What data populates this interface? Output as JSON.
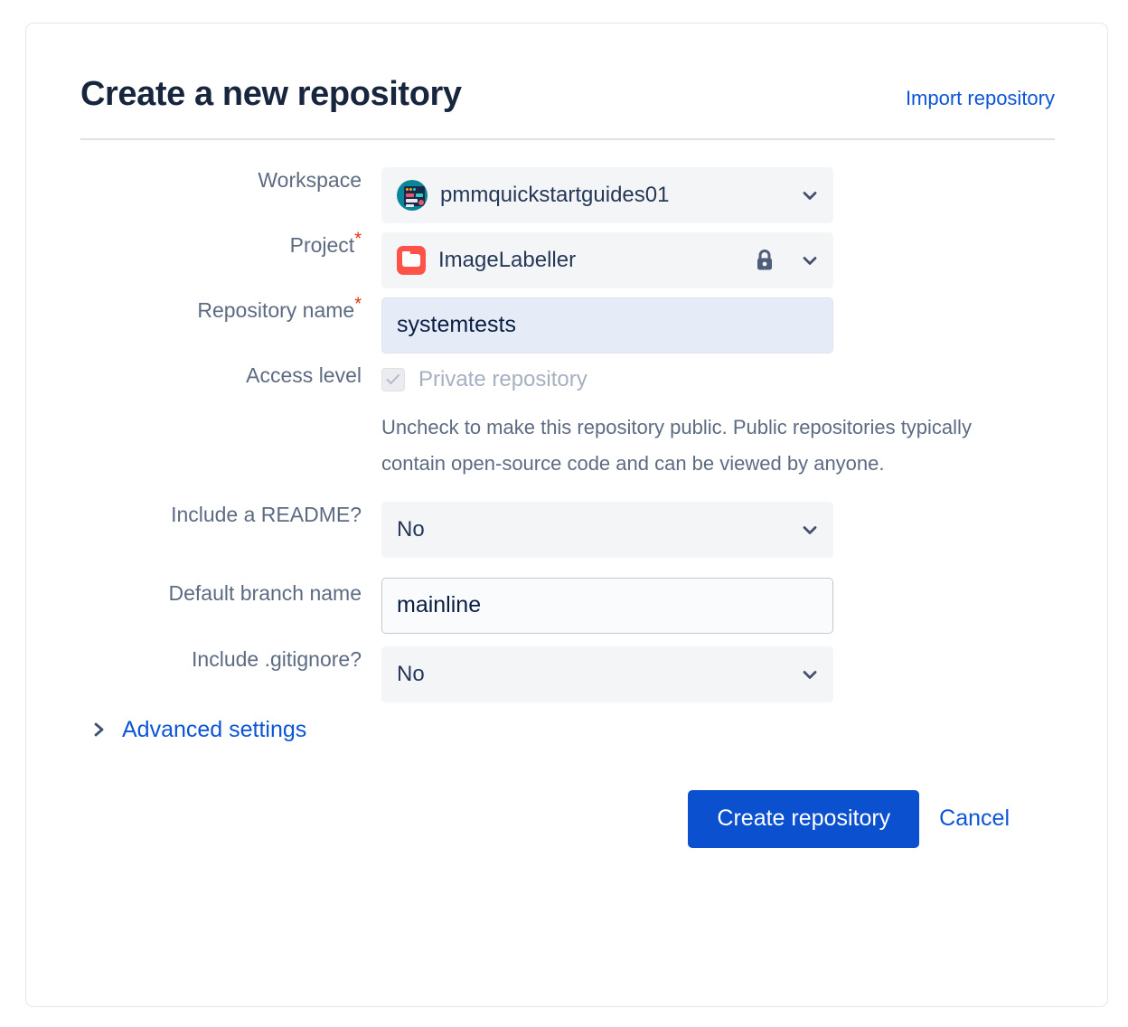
{
  "header": {
    "title": "Create a new repository",
    "import_link": "Import repository"
  },
  "form": {
    "workspace": {
      "label": "Workspace",
      "value": "pmmquickstartguides01",
      "avatar_icon": "workspace-avatar-icon",
      "chevron_icon": "chevron-down-icon"
    },
    "project": {
      "label": "Project",
      "required": "*",
      "value": "ImageLabeller",
      "project_icon": "folder-icon",
      "lock_icon": "lock-icon",
      "chevron_icon": "chevron-down-icon"
    },
    "repository_name": {
      "label": "Repository name",
      "required": "*",
      "value": "systemtests",
      "placeholder": ""
    },
    "access_level": {
      "label": "Access level",
      "checkbox_label": "Private repository",
      "checked": true,
      "checkbox_icon": "check-icon",
      "help_text": "Uncheck to make this repository public. Public repositories typically contain open-source code and can be viewed by anyone."
    },
    "include_readme": {
      "label": "Include a README?",
      "value": "No",
      "chevron_icon": "chevron-down-icon"
    },
    "default_branch": {
      "label": "Default branch name",
      "value": "mainline",
      "placeholder": ""
    },
    "include_gitignore": {
      "label": "Include .gitignore?",
      "value": "No",
      "chevron_icon": "chevron-down-icon"
    },
    "advanced_settings": {
      "label": "Advanced settings",
      "caret_icon": "chevron-right-icon",
      "expanded": false
    }
  },
  "actions": {
    "submit_label": "Create repository",
    "cancel_label": "Cancel"
  },
  "colors": {
    "primary_button": "#0a50cf",
    "link": "#0c55d6",
    "title": "#17253f",
    "label": "#5d6b82",
    "required_star": "#de350b",
    "field_background": "#f4f5f7",
    "focused_field_background": "#e6ecf7",
    "project_icon": "#ff5349",
    "workspace_avatar": "#0a8699"
  }
}
